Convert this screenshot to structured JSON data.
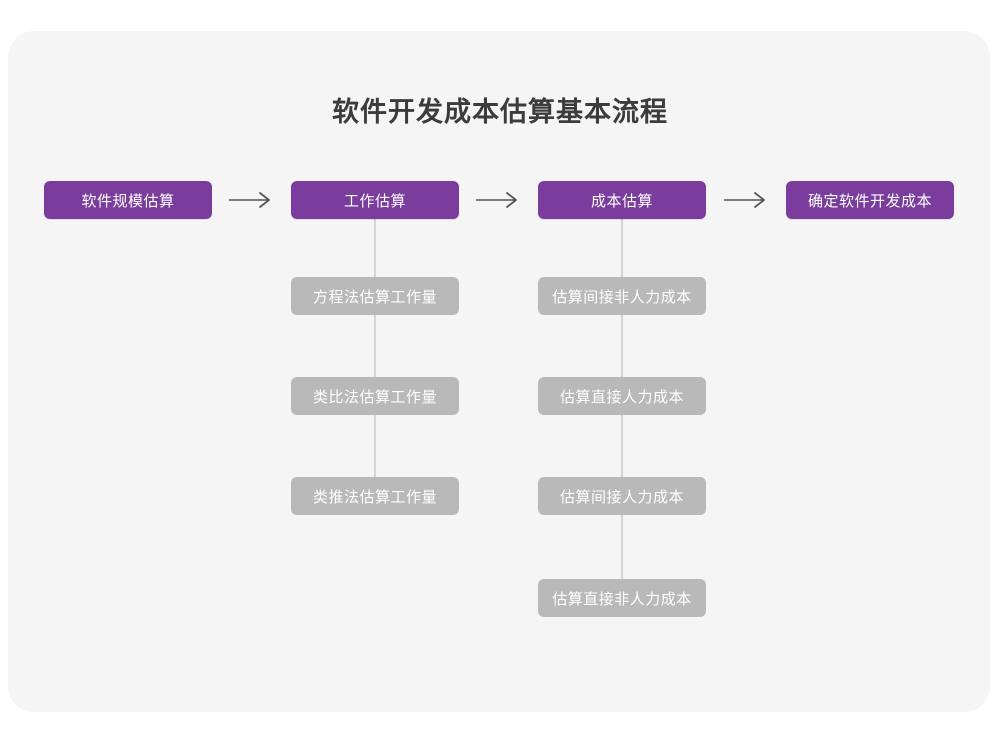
{
  "diagram": {
    "title": "软件开发成本估算基本流程",
    "accent_color": "#7a3d9e",
    "secondary_color": "#b9b9b9",
    "canvas_color": "#f5f5f5",
    "page_color": "#ffffff",
    "arrow_color": "#555555",
    "connector_color": "#d4d4d4",
    "main_steps": [
      {
        "label": "软件规模估算"
      },
      {
        "label": "工作估算"
      },
      {
        "label": "成本估算"
      },
      {
        "label": "确定软件开发成本"
      }
    ],
    "arrows": [
      {
        "glyph": "→"
      },
      {
        "glyph": "→"
      },
      {
        "glyph": "→"
      }
    ],
    "sub_steps_work": [
      {
        "label": "方程法估算工作量"
      },
      {
        "label": "类比法估算工作量"
      },
      {
        "label": "类推法估算工作量"
      }
    ],
    "sub_steps_cost": [
      {
        "label": "估算间接非人力成本"
      },
      {
        "label": "估算直接人力成本"
      },
      {
        "label": "估算间接人力成本"
      },
      {
        "label": "估算直接非人力成本"
      }
    ]
  }
}
